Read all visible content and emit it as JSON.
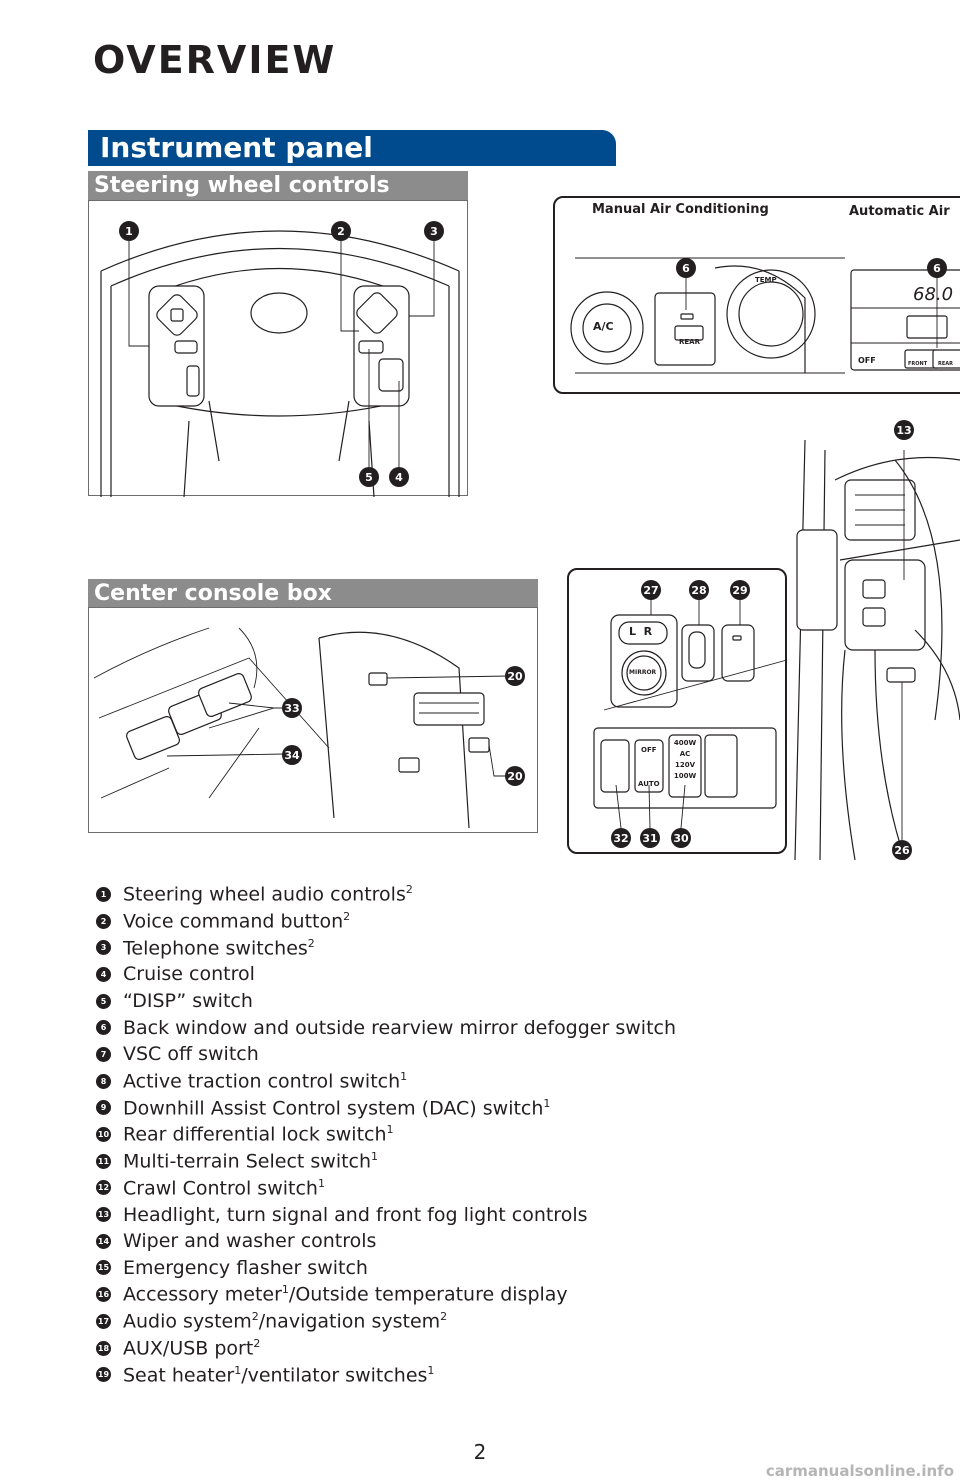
{
  "page": {
    "title": "OVERVIEW",
    "number": "2",
    "watermark": "carmanualsonline.info"
  },
  "section": {
    "title": "Instrument panel"
  },
  "steering": {
    "heading": "Steering wheel controls",
    "callouts": [
      "1",
      "2",
      "3",
      "5",
      "4"
    ]
  },
  "climate": {
    "manual_label": "Manual Air Conditioning",
    "auto_label": "Automatic Air",
    "callouts": [
      "6",
      "6"
    ],
    "manual_temp_label": "TEMP",
    "ac_label": "A/C",
    "rear_label": "REAR",
    "auto_display": "68.0",
    "auto_off_label": "OFF",
    "auto_front_label": "FRONT",
    "auto_rear_label": "REAR"
  },
  "console": {
    "heading": "Center console box",
    "callouts": [
      "33",
      "34",
      "20",
      "20"
    ]
  },
  "dash_switches": {
    "callouts": [
      "27",
      "28",
      "29",
      "32",
      "31",
      "30"
    ],
    "mirror_label": "MIRROR",
    "mirror_lr": "L  R",
    "off_label": "OFF",
    "auto_label": "AUTO",
    "inverter_text": "400W\nAC\n120V\n100W"
  },
  "dash_side": {
    "callouts": [
      "13",
      "26"
    ]
  },
  "legend": [
    {
      "num": "1",
      "text": "Steering wheel audio controls",
      "sup": "2"
    },
    {
      "num": "2",
      "text": "Voice command button",
      "sup": "2"
    },
    {
      "num": "3",
      "text": "Telephone switches",
      "sup": "2"
    },
    {
      "num": "4",
      "text": "Cruise control",
      "sup": ""
    },
    {
      "num": "5",
      "text": "“DISP” switch",
      "sup": ""
    },
    {
      "num": "6",
      "text": "Back window and outside rearview mirror defogger switch",
      "sup": ""
    },
    {
      "num": "7",
      "text": "VSC off switch",
      "sup": ""
    },
    {
      "num": "8",
      "text": "Active traction control switch",
      "sup": "1"
    },
    {
      "num": "9",
      "text": "Downhill Assist Control system (DAC) switch",
      "sup": "1"
    },
    {
      "num": "10",
      "text": "Rear differential lock switch",
      "sup": "1"
    },
    {
      "num": "11",
      "text": "Multi-terrain Select switch",
      "sup": "1"
    },
    {
      "num": "12",
      "text": "Crawl Control switch",
      "sup": "1"
    },
    {
      "num": "13",
      "text": "Headlight, turn signal and front fog light controls",
      "sup": ""
    },
    {
      "num": "14",
      "text": "Wiper and washer controls",
      "sup": ""
    },
    {
      "num": "15",
      "text": "Emergency flasher switch",
      "sup": ""
    },
    {
      "num": "16",
      "text": "Accessory meter",
      "sup": "1",
      "text2": "/Outside temperature display",
      "sup2": ""
    },
    {
      "num": "17",
      "text": "Audio system",
      "sup": "2",
      "text2": "/navigation system",
      "sup2": "2"
    },
    {
      "num": "18",
      "text": "AUX/USB port",
      "sup": "2"
    },
    {
      "num": "19",
      "text": "Seat heater",
      "sup": "1",
      "text2": "/ventilator switches",
      "sup2": "1"
    }
  ]
}
